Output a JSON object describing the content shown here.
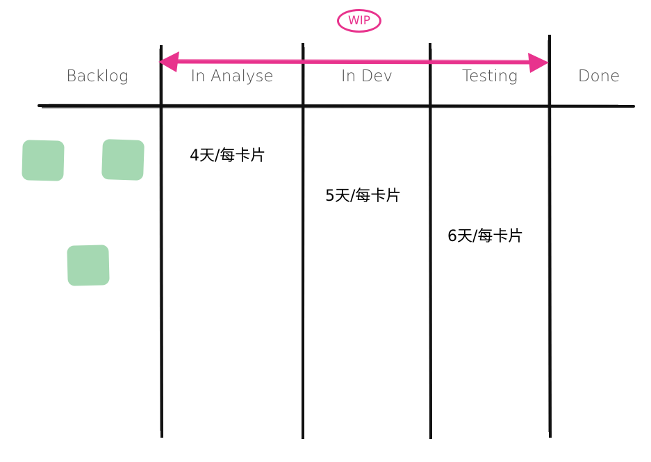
{
  "columns": [
    {
      "label": "Backlog"
    },
    {
      "label": "In Analyse"
    },
    {
      "label": "In Dev"
    },
    {
      "label": "Testing"
    },
    {
      "label": "Done"
    }
  ],
  "wip": {
    "label": "WIP"
  },
  "rates": {
    "analyse": "4天/每卡片",
    "dev": "5天/每卡片",
    "testing": "6天/每卡片"
  },
  "colors": {
    "accent": "#e8338d",
    "card": "#a5d8b2",
    "line": "#111111"
  }
}
